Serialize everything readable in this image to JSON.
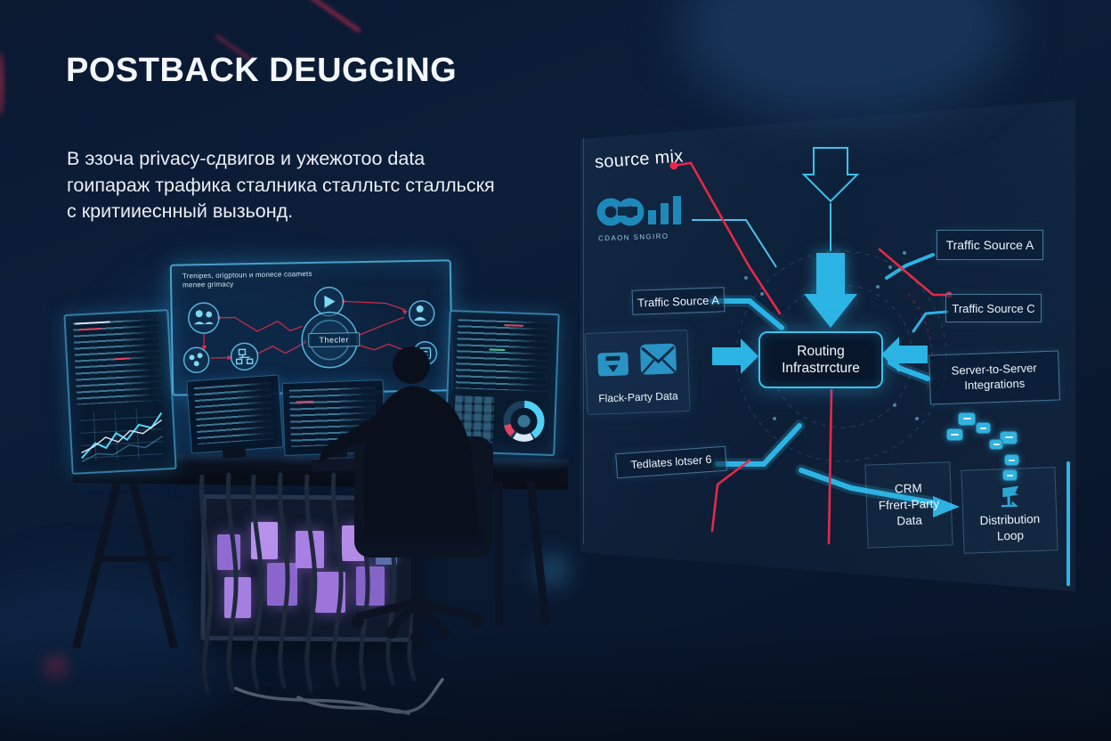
{
  "page": {
    "title": "POSTBACK DEUGGING"
  },
  "intro": {
    "line1": "В эзоча privacy-сдвигов и ужежотоо data",
    "line2": "гоипараж трафика сталника сталльтс сталльскя",
    "line3": "с критииеснный вызьонд."
  },
  "workstation": {
    "center_monitor": {
      "header_line1": "Trenipes, origptoun и monece coamets",
      "header_line2": "menee grimacy",
      "center_node_label": "Thecler"
    }
  },
  "diagram": {
    "source_mix": "source mix",
    "logo_caption": "CDAON SNGIRO",
    "traffic_source_a_left": "Traffic Source A",
    "first_party_caption": "Flack-Party Data",
    "tedlates_label": "Tedlates lotser 6",
    "routing": {
      "line1": "Routing",
      "line2": "Infrastrrcture"
    },
    "traffic_source_a_right": "Traffic Source A",
    "traffic_source_c": "Traffic Source C",
    "s2s": {
      "line1": "Server-to-Server",
      "line2": "Integrations"
    },
    "crm": {
      "line1": "CRM",
      "line2": "Ffrert-Party",
      "line3": "Data"
    },
    "distribution": {
      "line1": "Distribution",
      "line2": "Loop"
    },
    "icons": {
      "logo": "bar-chart-logo-icon",
      "first_party": "mailbox-icon, envelope-icon",
      "distribution": "flag-icon",
      "bubble_chain": "chat-bubble-icon"
    }
  },
  "colors": {
    "cyan": "#2cb4e4",
    "red": "#e5294a",
    "purple": "#a87fe2",
    "background": "#0a1830"
  }
}
